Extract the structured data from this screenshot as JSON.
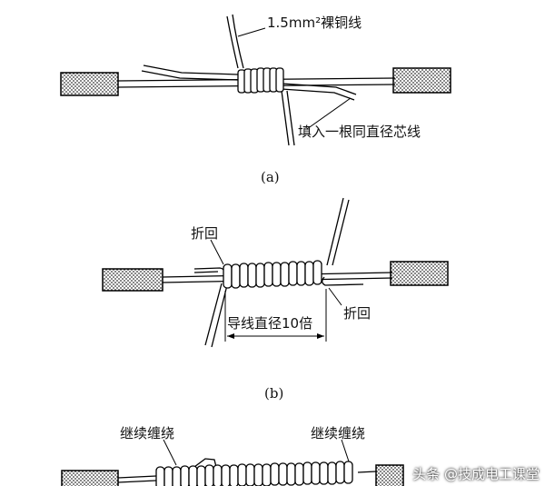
{
  "figure_a": {
    "label_top": "1.5mm²裸铜线",
    "label_bottom": "填入一根同直径芯线",
    "caption": "(a)"
  },
  "figure_b": {
    "label_fold_left": "折回",
    "label_fold_right": "折回",
    "label_dimension": "导线直径10倍",
    "caption": "(b)"
  },
  "figure_c": {
    "label_left": "继续缠绕",
    "label_right": "继续缠绕"
  },
  "watermark": "头条 @技成电工课堂"
}
